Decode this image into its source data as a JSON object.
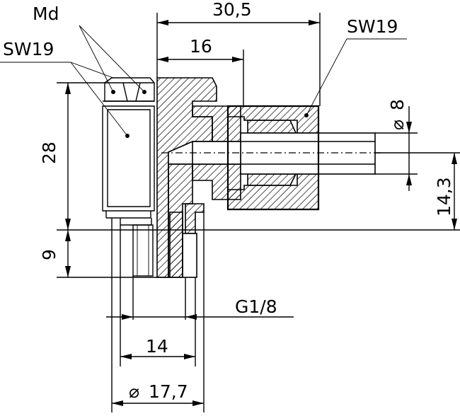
{
  "labels": {
    "md": "Md",
    "sw19_left": "SW19",
    "sw19_right": "SW19",
    "dim_30_5": "30,5",
    "dim_16": "16",
    "dim_28": "28",
    "dim_9": "9",
    "dim_14_3": "14,3",
    "dim_8": "8",
    "dim_g1_8": "G1/8",
    "dim_14": "14",
    "dim_17_7": "17,7",
    "diameter_symbol": "⌀"
  }
}
